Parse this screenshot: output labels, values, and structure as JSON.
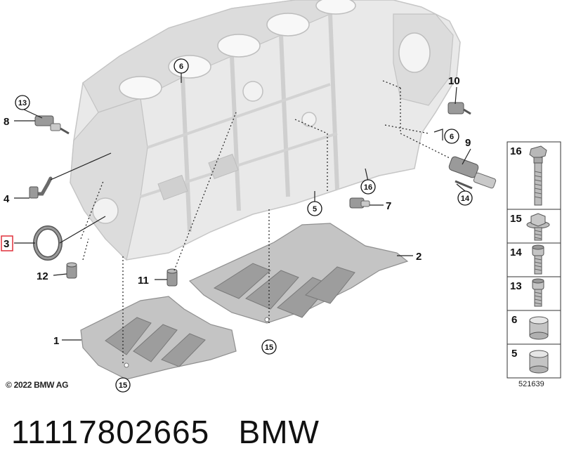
{
  "callouts": {
    "c1": "1",
    "c2": "2",
    "c3": "3",
    "c4": "4",
    "c5": "5",
    "c6a": "6",
    "c6b": "6",
    "c7": "7",
    "c8": "8",
    "c9": "9",
    "c10": "10",
    "c11": "11",
    "c12": "12",
    "c13": "13",
    "c14": "14",
    "c15a": "15",
    "c15b": "15",
    "c16": "16"
  },
  "legend_panel": {
    "items": [
      {
        "number": "16",
        "icon": "long-bolt-icon"
      },
      {
        "number": "15",
        "icon": "flange-bolt-icon"
      },
      {
        "number": "14",
        "icon": "socket-screw-icon"
      },
      {
        "number": "13",
        "icon": "socket-screw-icon"
      },
      {
        "number": "6",
        "icon": "dowel-sleeve-icon"
      },
      {
        "number": "5",
        "icon": "dowel-sleeve-icon"
      }
    ],
    "reference_number": "521639"
  },
  "copyright": "© 2022 BMW AG",
  "caption": {
    "part_number": "11117802665",
    "brand": "BMW"
  },
  "colors": {
    "highlight": "#e0303a",
    "block": "#e9e9e9",
    "gasket": "#c4c4c4"
  }
}
